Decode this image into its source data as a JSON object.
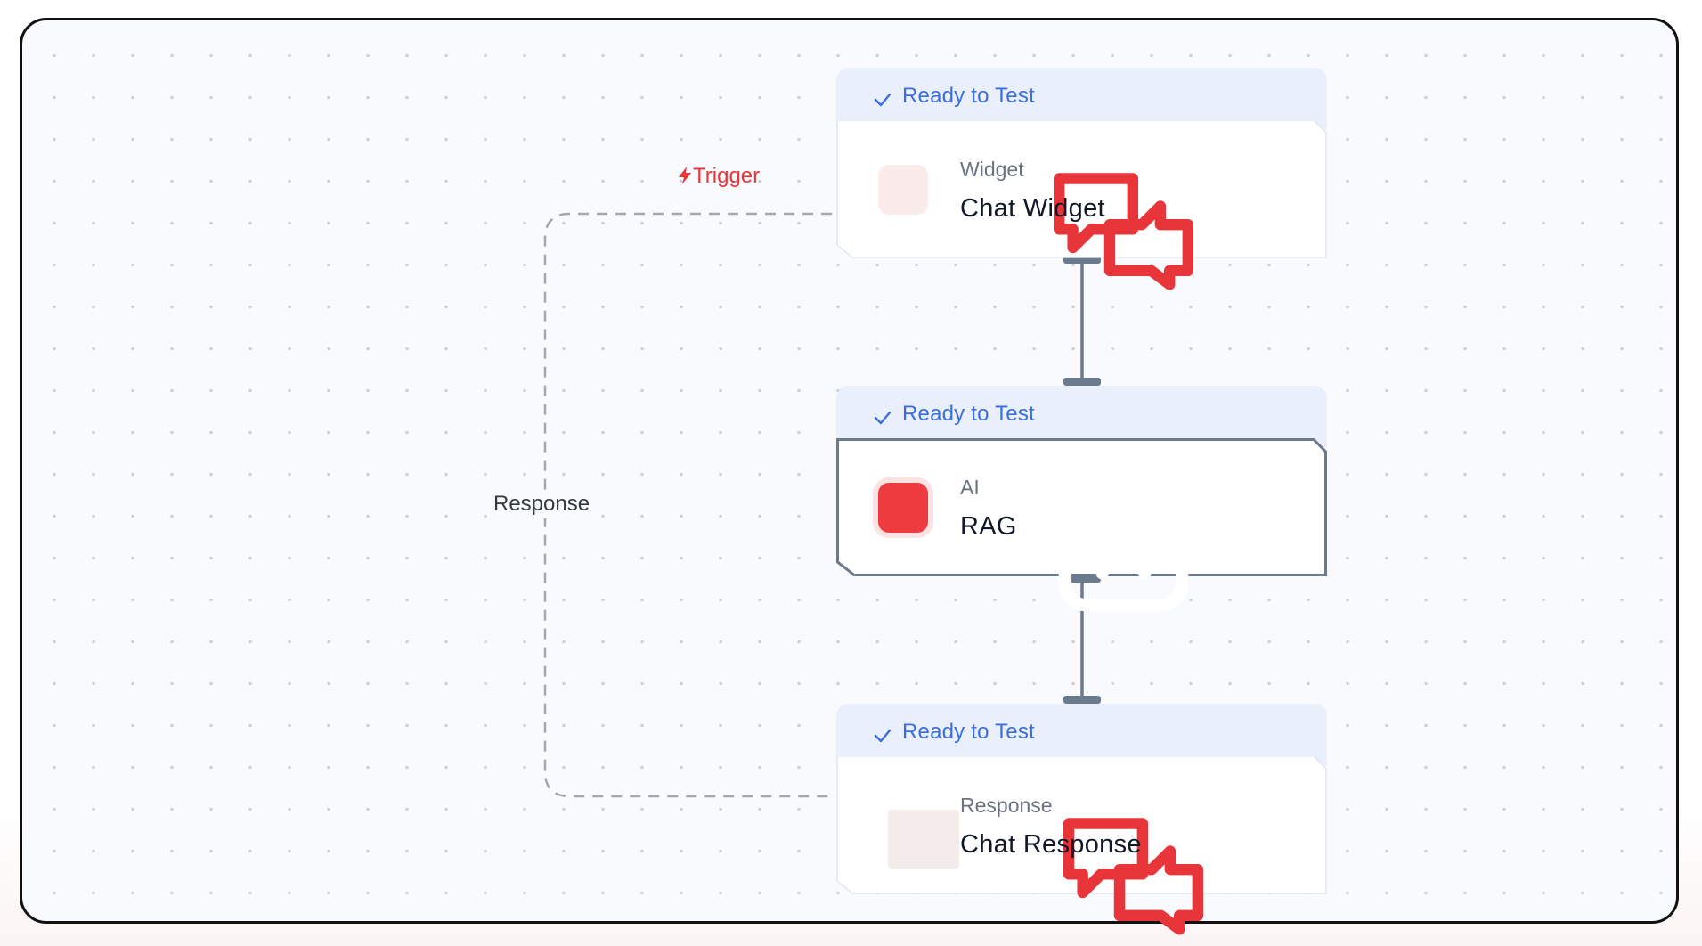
{
  "colors": {
    "accent_red": "#e8353a",
    "status_blue": "#3d6ee0",
    "connector": "#6b7a8c"
  },
  "edges": {
    "trigger_label": "Trigger",
    "response_label": "Response"
  },
  "nodes": [
    {
      "status": "Ready to Test",
      "type_label": "Widget",
      "title": "Chat Widget",
      "icon": "chat-bubbles-icon"
    },
    {
      "status": "Ready to Test",
      "type_label": "AI",
      "title": "RAG",
      "icon": "robot-icon"
    },
    {
      "status": "Ready to Test",
      "type_label": "Response",
      "title": "Chat Response",
      "icon": "chat-bubbles-icon"
    }
  ]
}
